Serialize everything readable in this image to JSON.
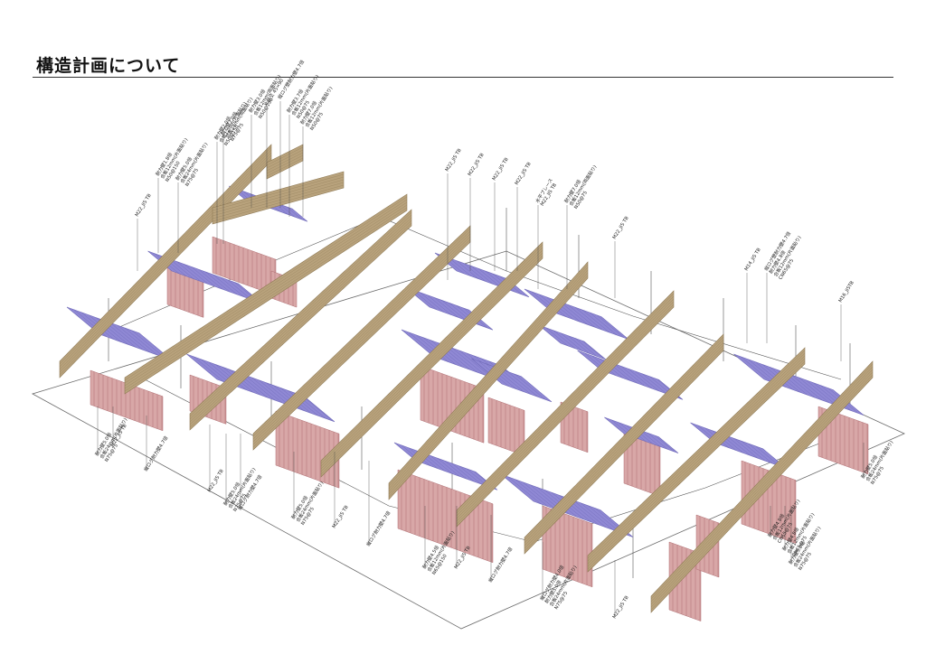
{
  "page": {
    "title": "構造計画について"
  },
  "callouts": [
    {
      "lines": [
        "M22_JIS TB"
      ]
    },
    {
      "lines": [
        "耐力壁1.8倍",
        "合板12mm(片面貼り)",
        "N50@150"
      ]
    },
    {
      "lines": [
        "耐力壁5.0倍",
        "合板24mm(片面貼り)",
        "N75@75"
      ]
    },
    {
      "lines": [
        "耐力壁2.0倍",
        "合板12mm(片面貼り)",
        "N50@150"
      ]
    },
    {
      "lines": [
        "耐力壁7.0倍",
        "合板24mm(両面貼り)",
        "N75@75"
      ]
    },
    {
      "lines": [
        "耐力壁3.0倍",
        "合板12mm(両面貼り)",
        "N50@150"
      ]
    },
    {
      "lines": [
        "片筋交 45×90"
      ]
    },
    {
      "lines": [
        "縦ログ壁耐力壁4.7倍"
      ]
    },
    {
      "lines": [
        "耐力壁3.7倍",
        "合板12mm(片面貼り)",
        "N50@75"
      ]
    },
    {
      "lines": [
        "耐力壁7.0倍",
        "合板12mm(片面貼り)",
        "N50@75"
      ]
    },
    {
      "lines": [
        "M22_JIS TB"
      ]
    },
    {
      "lines": [
        "M22_JIS TB"
      ]
    },
    {
      "lines": [
        "M22_JIS TB"
      ]
    },
    {
      "lines": [
        "M22_JIS TB"
      ]
    },
    {
      "lines": [
        "水平ブレース",
        "M22_JIS TB"
      ]
    },
    {
      "lines": [
        "耐力壁7.0倍",
        "合板12mm(両面貼り)",
        "N50@75"
      ]
    },
    {
      "lines": [
        "M22_JIS TB"
      ]
    },
    {
      "lines": [
        "M14_JIS TB"
      ]
    },
    {
      "lines": [
        "縦ログ壁耐力壁4.7倍",
        "耐力壁4.8倍",
        "合板12mm(片面貼り)",
        "CN65@75"
      ]
    },
    {
      "lines": [
        "M16_JISTB"
      ]
    },
    {
      "lines": [
        "M22_JIS TB"
      ]
    },
    {
      "lines": [
        "耐力壁5.0倍",
        "合板24mm(片面貼り)",
        "N75@75"
      ]
    },
    {
      "lines": [
        "縦ログ耐力壁4.7倍"
      ]
    },
    {
      "lines": [
        "M22_JIS TB"
      ]
    },
    {
      "lines": [
        "耐力壁5.0倍",
        "合板24mm(片面貼り)",
        "N75@75"
      ]
    },
    {
      "lines": [
        "縦ログ耐力壁4.7倍"
      ]
    },
    {
      "lines": [
        "耐力壁5.0倍",
        "合板24mm(片面貼り)",
        "N75@75"
      ]
    },
    {
      "lines": [
        "M22_JIS TB"
      ]
    },
    {
      "lines": [
        "縦ログ耐力壁4.7倍"
      ]
    },
    {
      "lines": [
        "耐力壁4.5倍",
        "合板12mm(片面貼り)",
        "N65@150"
      ]
    },
    {
      "lines": [
        "M22_JIS TB"
      ]
    },
    {
      "lines": [
        "縦ログ耐力壁4.7倍"
      ]
    },
    {
      "lines": [
        "縦ログ耐力壁4.0倍",
        "耐力壁5.0倍",
        "合板24mm(片面貼り)",
        "N75@75"
      ]
    },
    {
      "lines": [
        "M22_JIS TB"
      ]
    },
    {
      "lines": [
        "耐力壁4.8倍",
        "合板12mm(片面貼り)",
        "CN65@75"
      ]
    },
    {
      "lines": [
        "耐力壁5.0倍",
        "合板24mm(片面貼り)",
        "N75@75"
      ]
    },
    {
      "lines": [
        "耐力壁4.8倍",
        "合板12mm(片面貼り)",
        "CN65@75"
      ]
    },
    {
      "lines": [
        "耐力壁5.0倍",
        "合板24mm(片面貼り)",
        "N75@75"
      ]
    }
  ],
  "colors": {
    "ground_line": "#6b6b6b",
    "roof_panel": "#8f88d4",
    "roof_panel_dark": "#6f69b8",
    "wall_panel": "#d8a7a7",
    "wall_stripe": "#b06e72",
    "log_beam": "#b8a27c",
    "log_beam_dark": "#8f7a55",
    "frame": "#555555"
  }
}
